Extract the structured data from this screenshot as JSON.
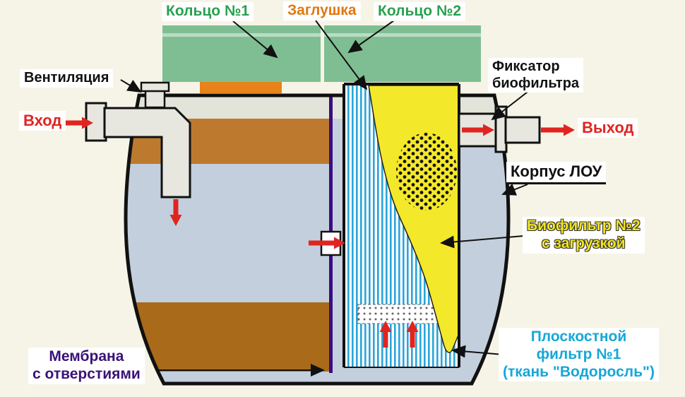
{
  "labels": {
    "ring1": "Кольцо №1",
    "plug": "Заглушка",
    "ring2": "Кольцо №2",
    "ventilation": "Вентиляция",
    "inlet": "Вход",
    "fixator_line1": "Фиксатор",
    "fixator_line2": "биофильтра",
    "outlet": "Выход",
    "body": "Корпус ЛОУ",
    "biofilter_line1": "Биофильтр №2",
    "biofilter_line2": "с загрузкой",
    "flat_filter_line1": "Плоскостной",
    "flat_filter_line2": "фильтр №1",
    "flat_filter_line3": "(ткань \"Водоросль\")",
    "membrane_line1": "Мембрана",
    "membrane_line2": "с отверстиями"
  },
  "colors": {
    "background": "#f6f4e6",
    "ring_green_fill": "#7fbe93",
    "ring_seam_light": "#b9dcc4",
    "ring_label_green": "#28a04f",
    "plug_orange": "#e8821a",
    "soil_brown_top": "#bd7a2e",
    "sediment_brown": "#a96b1a",
    "water_gray_blue": "#c3cfdd",
    "air_gap_gray": "#e2e3d9",
    "membrane_purple": "#3b0c80",
    "filter_stripe_blue": "#2aa4d9",
    "biofilter_yellow": "#f4e82a",
    "arrow_red": "#e02420",
    "label_cyan": "#16a7d8",
    "label_purple": "#3a1178",
    "label_orange": "#e0780f",
    "outline_black": "#111111",
    "pipe_gray": "#e7e7e0"
  }
}
